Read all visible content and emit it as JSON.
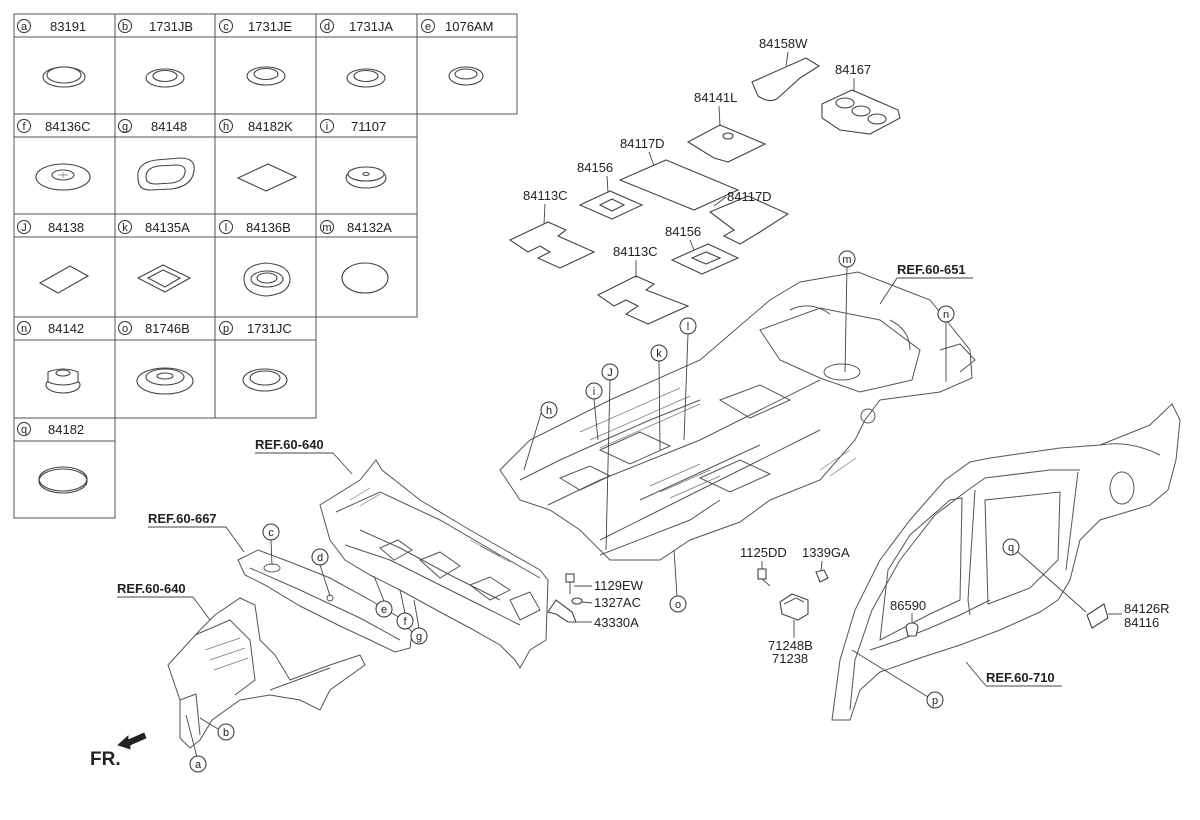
{
  "legend": [
    {
      "letter": "a",
      "part": "83191"
    },
    {
      "letter": "b",
      "part": "1731JB"
    },
    {
      "letter": "c",
      "part": "1731JE"
    },
    {
      "letter": "d",
      "part": "1731JA"
    },
    {
      "letter": "e",
      "part": "1076AM"
    },
    {
      "letter": "f",
      "part": "84136C"
    },
    {
      "letter": "g",
      "part": "84148"
    },
    {
      "letter": "h",
      "part": "84182K"
    },
    {
      "letter": "i",
      "part": "71107"
    },
    {
      "letter": "J",
      "part": "84138"
    },
    {
      "letter": "k",
      "part": "84135A"
    },
    {
      "letter": "l",
      "part": "84136B"
    },
    {
      "letter": "m",
      "part": "84132A"
    },
    {
      "letter": "n",
      "part": "84142"
    },
    {
      "letter": "o",
      "part": "81746B"
    },
    {
      "letter": "p",
      "part": "1731JC"
    },
    {
      "letter": "q",
      "part": "84182"
    }
  ],
  "pads": [
    "84158W",
    "84167",
    "84141L",
    "84117D",
    "84156",
    "84113C",
    "84117D",
    "84156",
    "84113C"
  ],
  "refs": [
    "REF.60-651",
    "REF.60-640",
    "REF.60-667",
    "REF.60-640",
    "REF.60-710"
  ],
  "fasteners": [
    "1129EW",
    "1327AC",
    "43330A",
    "1125DD",
    "1339GA",
    "86590",
    "71248B",
    "71238",
    "84126R",
    "84116"
  ],
  "callouts": [
    "a",
    "b",
    "c",
    "d",
    "e",
    "f",
    "g",
    "h",
    "i",
    "J",
    "k",
    "l",
    "m",
    "n",
    "o",
    "p",
    "q"
  ],
  "front_label": "FR."
}
